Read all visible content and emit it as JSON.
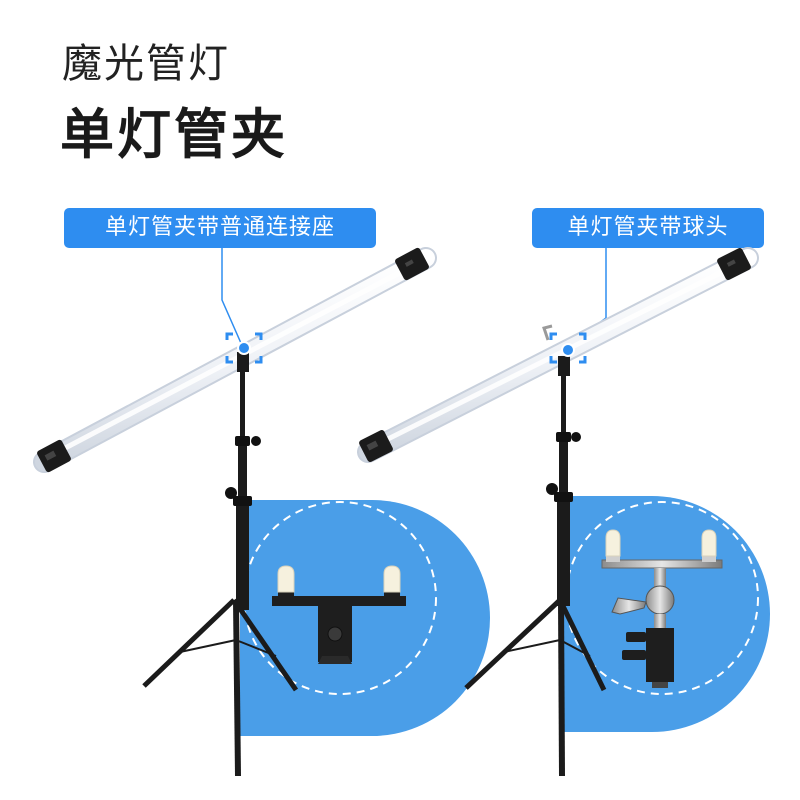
{
  "header": {
    "title_line1": "魔光管灯",
    "title_line2": "单灯管夹"
  },
  "labels": {
    "left": "单灯管夹带普通连接座",
    "right": "单灯管夹带球头"
  },
  "colors": {
    "accent": "#2e8df0",
    "inset_panel": "#4a9ee8",
    "stand": "#1b1b1b",
    "tube": "#f3f5f8"
  }
}
